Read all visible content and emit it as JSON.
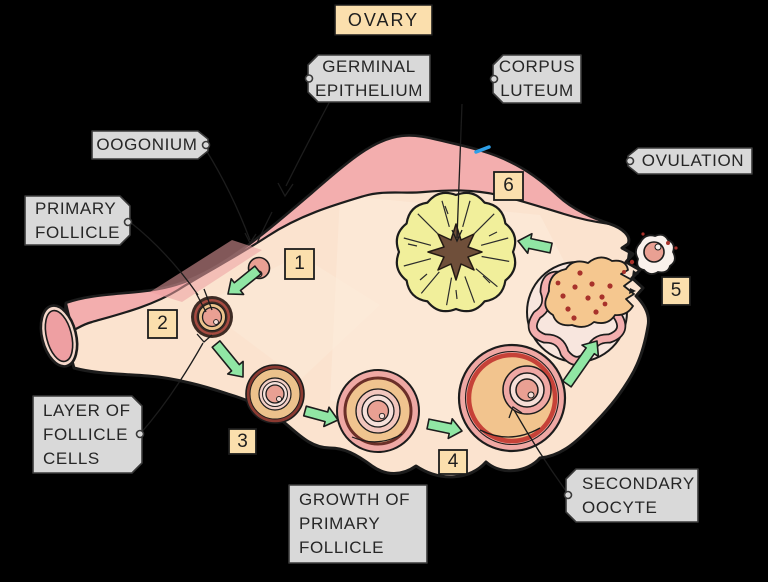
{
  "title": "OVARY",
  "labels": {
    "germinal_epithelium": {
      "line1": "GERMINAL",
      "line2": "EPITHELIUM"
    },
    "corpus_luteum": {
      "line1": "CORPUS",
      "line2": "LUTEUM"
    },
    "oogonium": {
      "line1": "OOGONIUM"
    },
    "ovulation": {
      "line1": "OVULATION"
    },
    "primary_follicle": {
      "line1": "PRIMARY",
      "line2": "FOLLICLE"
    },
    "layer_of_follicle_cells": {
      "line1": "LAYER OF",
      "line2": "FOLLICLE",
      "line3": "CELLS"
    },
    "growth_of_primary_follicle": {
      "line1": "GROWTH OF",
      "line2": "PRIMARY",
      "line3": "FOLLICLE"
    },
    "secondary_oocyte": {
      "line1": "SECONDARY",
      "line2": "OOCYTE"
    }
  },
  "steps": {
    "s1": "1",
    "s2": "2",
    "s3": "3",
    "s4": "4",
    "s5": "5",
    "s6": "6"
  },
  "colors": {
    "background": "#000000",
    "label_bg": "#d9d9d9",
    "label_border": "#3a3a3a",
    "text_ink": "#262626",
    "number_box_bg": "#fbdfad",
    "ovary_interior": "#fbe3cf",
    "cortex_pink": "#f3aeae",
    "arrow_green": "#90e6a4",
    "corpus_luteum_yellow": "#f1ef9b",
    "corpus_luteum_center_brown": "#6f4f3a",
    "follicle_tan": "#ecc28c",
    "oocyte_pink": "#e9a093",
    "antrum_orange": "#f4c68f",
    "red_ring": "#c64238",
    "blood_red": "#a8322b",
    "outline": "#1c1c1c",
    "blue_mark": "#2d9fe8"
  }
}
